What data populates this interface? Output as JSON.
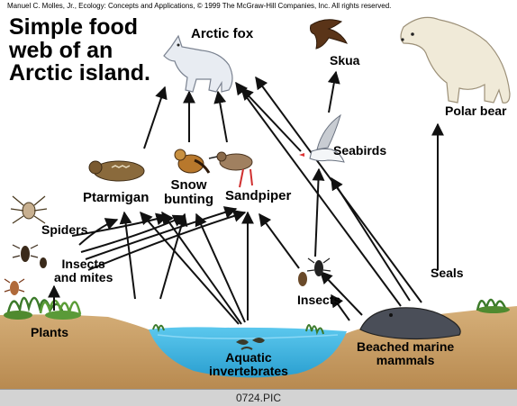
{
  "credit_line": "Manuel C. Molles, Jr., Ecology: Concepts and Applications, © 1999 The McGraw-Hill Companies, Inc. All rights reserved.",
  "title": "Simple food\nweb of an\nArctic island.",
  "footer_label": "0724.PIC",
  "nodes": {
    "arctic_fox": "Arctic fox",
    "skua": "Skua",
    "polar_bear": "Polar bear",
    "seabirds": "Seabirds",
    "ptarmigan": "Ptarmigan",
    "snow_bunting": "Snow\nbunting",
    "sandpiper": "Sandpiper",
    "spiders": "Spiders",
    "insects_and_mites": "Insects\nand mites",
    "seals": "Seals",
    "insects": "Insects",
    "plants": "Plants",
    "aquatic_invertebrates": "Aquatic\ninvertebrates",
    "beached_marine_mammals": "Beached marine\nmammals"
  },
  "colors": {
    "water": "#3fb6e0",
    "ground": "#c9a066",
    "arrow": "#111111",
    "footer": "#d3d3d3"
  }
}
